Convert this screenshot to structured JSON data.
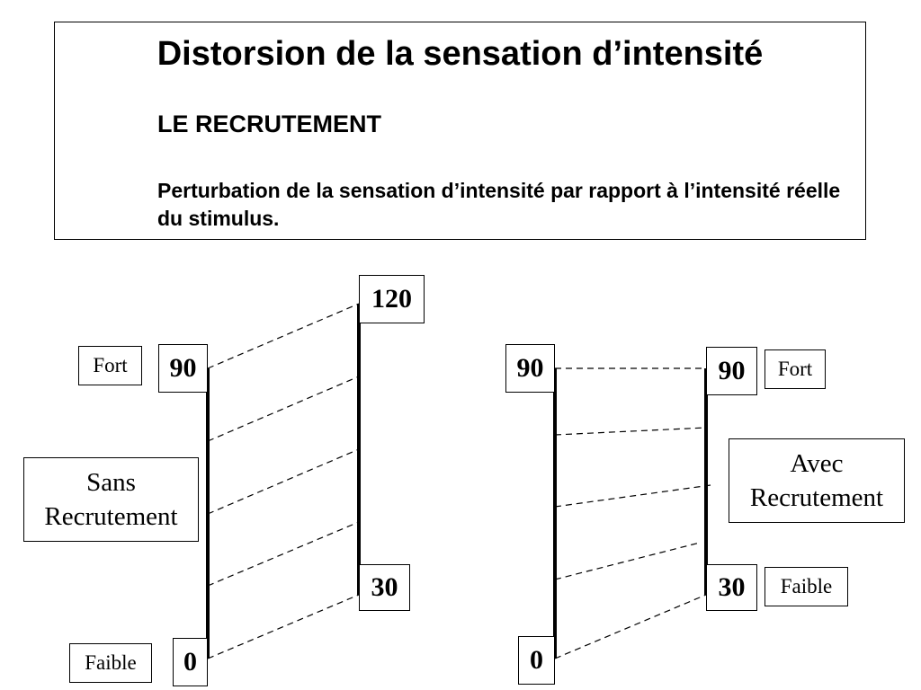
{
  "header": {
    "title": "Distorsion de la sensation d’intensité",
    "subtitle": "LE RECRUTEMENT",
    "description": "Perturbation de la sensation d’intensité par rapport à l’intensité réelle du stimulus."
  },
  "left_diagram": {
    "label_line1": "Sans",
    "label_line2": "Recrutement",
    "left_scale": {
      "top": "90",
      "bottom": "0"
    },
    "right_scale": {
      "top": "120",
      "bottom": "30"
    },
    "fort": "Fort",
    "faible": "Faible"
  },
  "right_diagram": {
    "label_line1": "Avec",
    "label_line2": "Recrutement",
    "left_scale": {
      "top": "90",
      "bottom": "0"
    },
    "right_scale": {
      "top": "90",
      "bottom": "30"
    },
    "fort": "Fort",
    "faible": "Faible"
  },
  "colors": {
    "ink": "#000000",
    "background": "#ffffff"
  }
}
